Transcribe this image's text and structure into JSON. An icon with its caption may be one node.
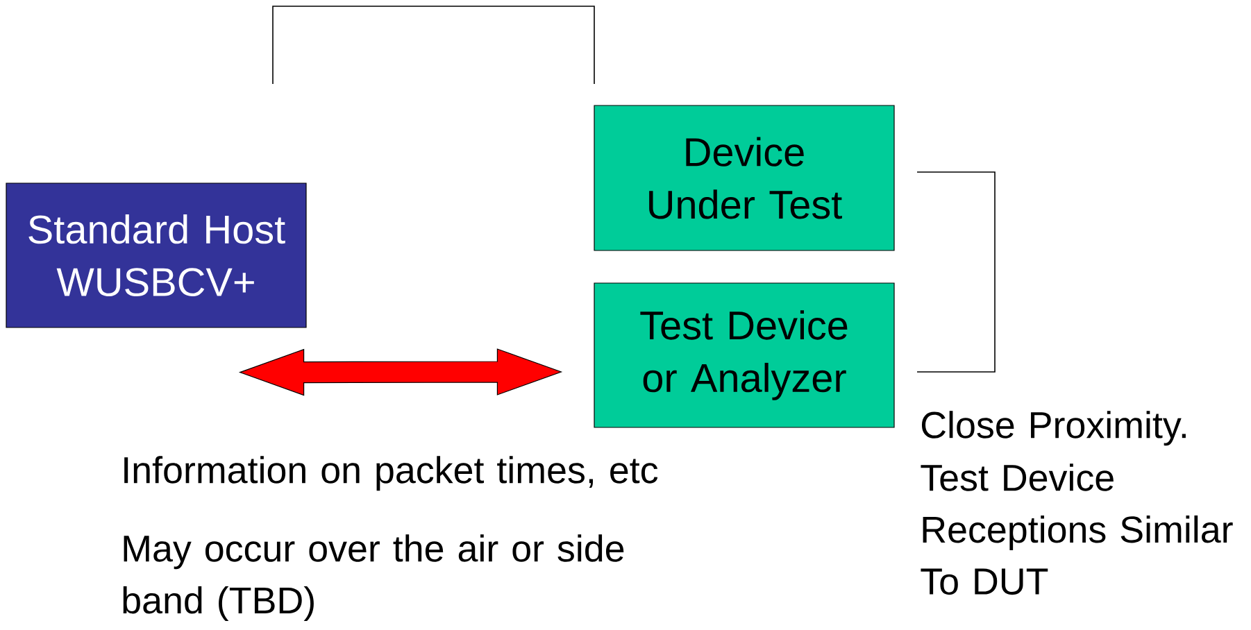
{
  "diagram": {
    "nodes": [
      {
        "text": [
          "Standard Host WUSBCV+"
        ]
      },
      {
        "text": [
          "Device Under Test"
        ]
      },
      {
        "text": [
          "Test Device or Analyzer"
        ]
      }
    ],
    "edges": [
      {
        "from": 0,
        "to": 2,
        "arrow": "both",
        "color": "#ff0000"
      }
    ],
    "labels": [
      "Information on packet times, etc",
      "May occur over the air or side band (TBD)",
      "Close Proximity.",
      "Test Device Receptions Similar To DUT"
    ]
  }
}
